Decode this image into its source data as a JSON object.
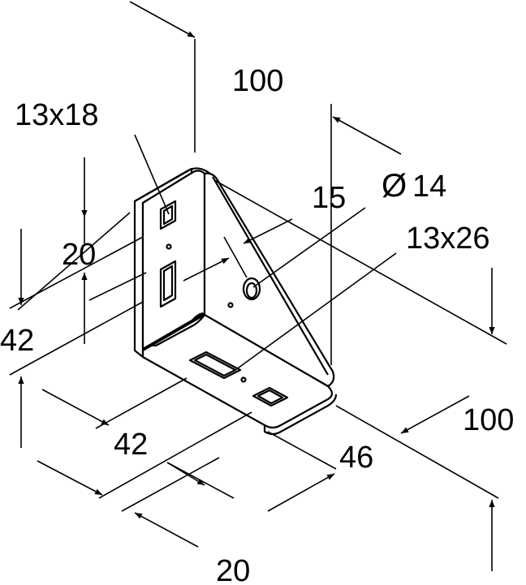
{
  "colors": {
    "ink": "#000000",
    "paper": "#ffffff"
  },
  "dimensions": {
    "top_height": "100",
    "slot_vertical": "13x18",
    "hole_offset": "15",
    "hole_diameter_symbol": "Ø",
    "hole_diameter": "14",
    "slot_horizontal": "13x26",
    "slot_spacing": "20",
    "left_height": "42",
    "bottom_spacing_42": "42",
    "bottom_spacing_20": "20",
    "width_46": "46",
    "right_depth": "100"
  }
}
